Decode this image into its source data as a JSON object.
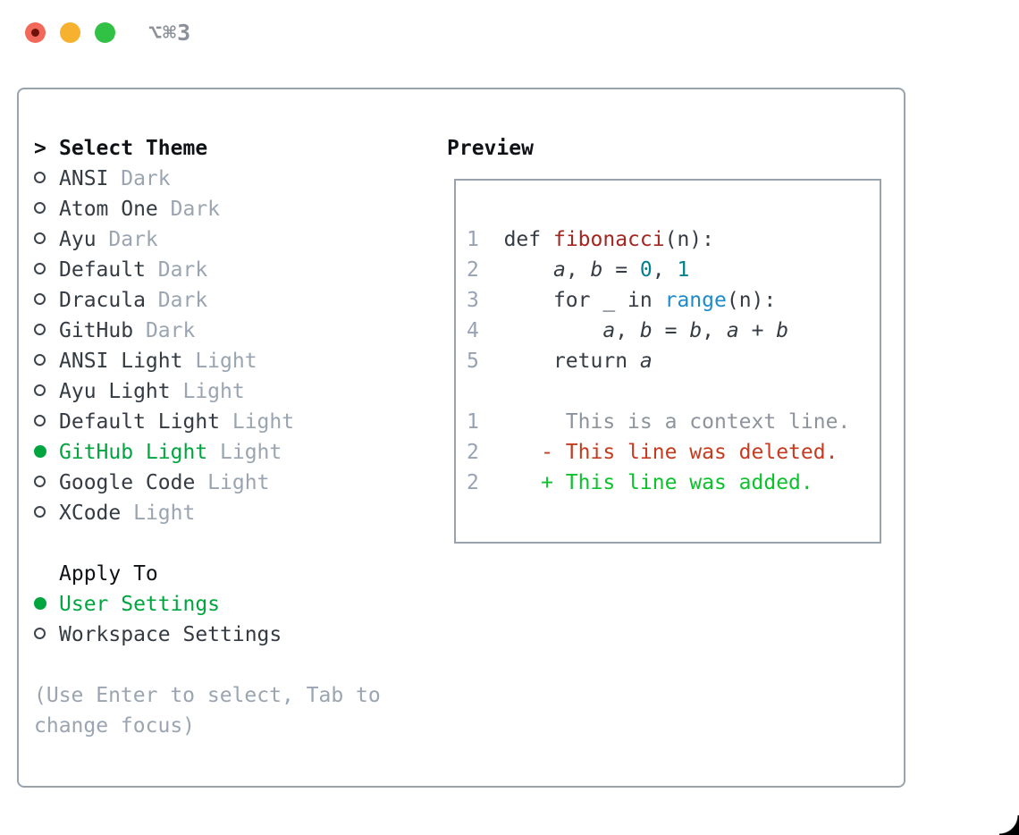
{
  "window": {
    "title": "⌥⌘3"
  },
  "colors": {
    "accent_green": "#00a53f",
    "diff_added_green": "#0cc22c",
    "diff_deleted_red": "#c63b1e",
    "function_red": "#a32621",
    "number_teal": "#00818f",
    "builtin_blue": "#1f8ac9",
    "muted_gray": "#9aa5b1",
    "panel_border_gray": "#98a3ad",
    "traffic_red": "#f2695c",
    "traffic_yellow": "#f6b12e",
    "traffic_green": "#31c144"
  },
  "theme_picker": {
    "header_prefix": ">",
    "header": "Select Theme",
    "items": [
      {
        "name": "ANSI",
        "variant": "Dark",
        "selected": false
      },
      {
        "name": "Atom One",
        "variant": "Dark",
        "selected": false
      },
      {
        "name": "Ayu",
        "variant": "Dark",
        "selected": false
      },
      {
        "name": "Default",
        "variant": "Dark",
        "selected": false
      },
      {
        "name": "Dracula",
        "variant": "Dark",
        "selected": false
      },
      {
        "name": "GitHub",
        "variant": "Dark",
        "selected": false
      },
      {
        "name": "ANSI Light",
        "variant": "Light",
        "selected": false
      },
      {
        "name": "Ayu Light",
        "variant": "Light",
        "selected": false
      },
      {
        "name": "Default Light",
        "variant": "Light",
        "selected": false
      },
      {
        "name": "GitHub Light",
        "variant": "Light",
        "selected": true
      },
      {
        "name": "Google Code",
        "variant": "Light",
        "selected": false
      },
      {
        "name": "XCode",
        "variant": "Light",
        "selected": false
      }
    ],
    "apply_to": {
      "header": "Apply To",
      "options": [
        {
          "name": "User Settings",
          "selected": true
        },
        {
          "name": "Workspace Settings",
          "selected": false
        }
      ]
    },
    "hint": "(Use Enter to select, Tab to change focus)"
  },
  "preview": {
    "header": "Preview",
    "lines": [
      {
        "kind": "code",
        "segs": [
          [
            "ln",
            "1"
          ],
          [
            "t",
            "  "
          ],
          [
            "kw",
            "def"
          ],
          [
            "t",
            " "
          ],
          [
            "fn",
            "fibonacci"
          ],
          [
            "t",
            "(n):"
          ]
        ]
      },
      {
        "kind": "code",
        "segs": [
          [
            "ln",
            "2"
          ],
          [
            "t",
            "      "
          ],
          [
            "it",
            "a"
          ],
          [
            "t",
            ", "
          ],
          [
            "it",
            "b"
          ],
          [
            "t",
            " = "
          ],
          [
            "num",
            "0"
          ],
          [
            "t",
            ", "
          ],
          [
            "num",
            "1"
          ]
        ]
      },
      {
        "kind": "code",
        "segs": [
          [
            "ln",
            "3"
          ],
          [
            "t",
            "      "
          ],
          [
            "kw",
            "for"
          ],
          [
            "t",
            " _ "
          ],
          [
            "kw",
            "in"
          ],
          [
            "t",
            " "
          ],
          [
            "bi",
            "range"
          ],
          [
            "t",
            "(n):"
          ]
        ]
      },
      {
        "kind": "code",
        "segs": [
          [
            "ln",
            "4"
          ],
          [
            "t",
            "          "
          ],
          [
            "it",
            "a"
          ],
          [
            "t",
            ", "
          ],
          [
            "it",
            "b"
          ],
          [
            "t",
            " = "
          ],
          [
            "it",
            "b"
          ],
          [
            "t",
            ", "
          ],
          [
            "it",
            "a"
          ],
          [
            "t",
            " + "
          ],
          [
            "it",
            "b"
          ]
        ]
      },
      {
        "kind": "code",
        "segs": [
          [
            "ln",
            "5"
          ],
          [
            "t",
            "      "
          ],
          [
            "kw",
            "return"
          ],
          [
            "t",
            " "
          ],
          [
            "it",
            "a"
          ]
        ]
      },
      {
        "kind": "blank",
        "segs": []
      },
      {
        "kind": "diff-context",
        "segs": [
          [
            "ln",
            "1"
          ],
          [
            "t",
            "       "
          ],
          [
            "ctx",
            "This is a context line."
          ]
        ]
      },
      {
        "kind": "diff-deleted",
        "segs": [
          [
            "ln",
            "2"
          ],
          [
            "t",
            "     "
          ],
          [
            "del",
            "- This line was deleted."
          ]
        ]
      },
      {
        "kind": "diff-added",
        "segs": [
          [
            "ln",
            "2"
          ],
          [
            "t",
            "     "
          ],
          [
            "add",
            "+ This line was added."
          ]
        ]
      }
    ]
  }
}
